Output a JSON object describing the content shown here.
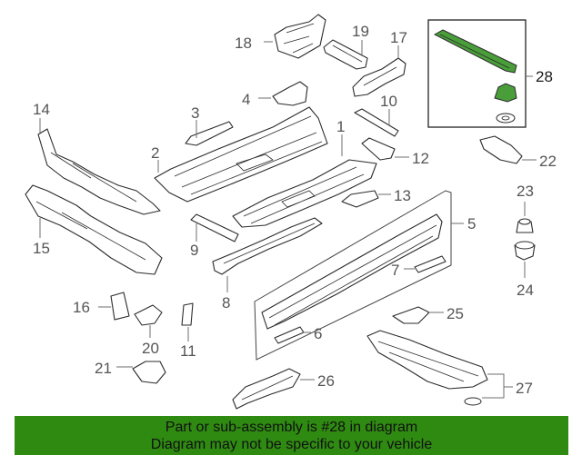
{
  "labels": {
    "p1": "1",
    "p2": "2",
    "p3": "3",
    "p4": "4",
    "p5": "5",
    "p6": "6",
    "p7": "7",
    "p8": "8",
    "p9": "9",
    "p10": "10",
    "p11": "11",
    "p12": "12",
    "p13": "13",
    "p14": "14",
    "p15": "15",
    "p16": "16",
    "p17": "17",
    "p18": "18",
    "p19": "19",
    "p20": "20",
    "p21": "21",
    "p22": "22",
    "p23": "23",
    "p24": "24",
    "p25": "25",
    "p26": "26",
    "p27": "27",
    "p28": "28"
  },
  "highlight_color": "#4a9e3a",
  "footer": {
    "line1": "Part or sub-assembly is #28 in diagram",
    "line2": "Diagram may not be specific to your vehicle",
    "background": "#2f8a12"
  }
}
